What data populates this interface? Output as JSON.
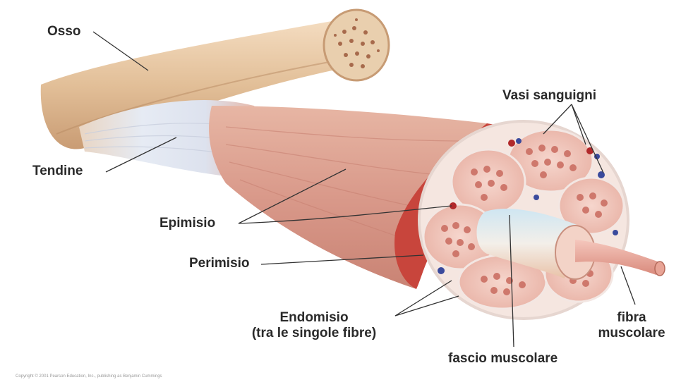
{
  "labels": {
    "osso": "Osso",
    "tendine": "Tendine",
    "epimisio": "Epimisio",
    "perimisio": "Perimisio",
    "endomisio_line1": "Endomisio",
    "endomisio_line2": "(tra le singole fibre)",
    "vasi_sanguigni": "Vasi sanguigni",
    "fascio_muscolare": "fascio muscolare",
    "fibra_line1": "fibra",
    "fibra_line2": "muscolare"
  },
  "copyright": "Copyright © 2001 Pearson Education, Inc., publishing as Benjamin Cummings",
  "colors": {
    "bone": "#e8c9a3",
    "tendon": "#dfe3ec",
    "muscle": "#d99a86",
    "epimysium": "#c8453c",
    "fascicle": "#f2c7bc",
    "fiber_dot": "#c96a5e",
    "vessel_red": "#b1282a",
    "vessel_blue": "#3a4a9c",
    "leader": "#333333"
  }
}
